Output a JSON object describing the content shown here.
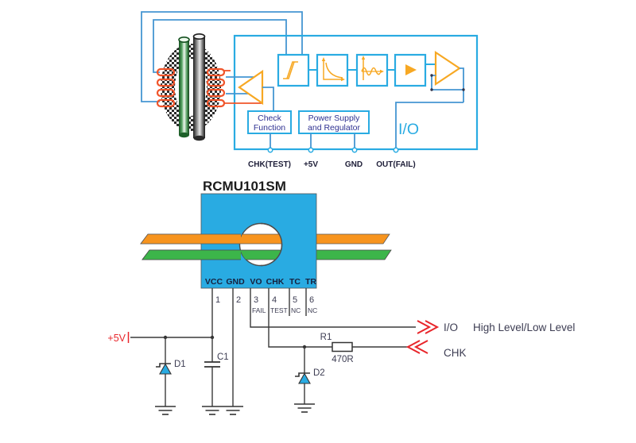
{
  "top": {
    "check1": "Check",
    "check2": "Function",
    "power1": "Power Supply",
    "power2": "and Regulator",
    "io": "I/O",
    "term_chk": "CHK(TEST)",
    "term_5v": "+5V",
    "term_gnd": "GND",
    "term_out": "OUT(FAIL)"
  },
  "part": {
    "title": "RCMU101SM",
    "p1": "VCC",
    "p2": "GND",
    "p3": "VO",
    "p4": "CHK",
    "p5": "TC",
    "p6": "TR",
    "n1": "1",
    "n2": "2",
    "n3": "3",
    "n4": "4",
    "n5": "5",
    "n6": "6",
    "s3": "FAIL",
    "s4": "TEST",
    "s5": "NC",
    "s6": "NC"
  },
  "ckt": {
    "supply": "+5V",
    "d1": "D1",
    "c1": "C1",
    "d2": "D2",
    "r1": "R1",
    "r1v": "470R",
    "io": "I/O",
    "io_desc": "High Level/Low Level",
    "chk": "CHK"
  },
  "colors": {
    "cyan": "#29ABE2",
    "wire_blue": "#4596D2",
    "amp_orange": "#F7A823",
    "coil_orange": "#F0542A",
    "bar_orange": "#F7941E",
    "bar_green": "#3CB54A",
    "indigo_text": "#2E3192",
    "dark_label": "#3C3C52",
    "terminal_label": "#1E1E38",
    "red": "#E8252A",
    "black_wire": "#3A3A3A"
  }
}
